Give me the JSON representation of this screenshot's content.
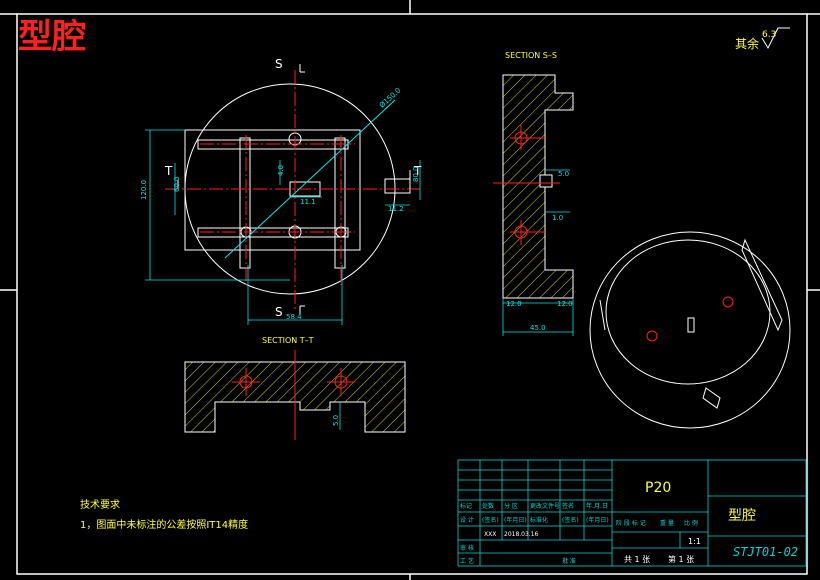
{
  "title": "型腔",
  "surface_note": {
    "label": "其余",
    "value": "6.3"
  },
  "colors": {
    "background": "#000000",
    "outline": "#ffffff",
    "center": "#ff2020",
    "dimension": "#00e5e5",
    "hatch": "#d4d400",
    "title": "#ff2020",
    "note": "#ffff33",
    "table": "#00d4d4"
  },
  "top_view": {
    "section_mark_s": "S",
    "section_mark_t": "T",
    "dims": {
      "diameter": "Ø150.0",
      "width_bottom": "58.4",
      "height_left": "120.0",
      "height_inner": "60.0",
      "dim_4": "4.0",
      "dim_11a": "11.1",
      "dim_11b": "11.2",
      "dim_80": "80.0"
    }
  },
  "section_ss": {
    "title": "SECTION S–S",
    "dims": {
      "d5": "5.0",
      "d1": "1.0",
      "left": "12.0",
      "right": "12.0",
      "total": "45.0"
    }
  },
  "section_tt": {
    "title": "SECTION T–T",
    "dims": {
      "d5": "5.0"
    }
  },
  "tech_notes": {
    "heading": "技术要求",
    "item": "1，图面中未标注的公差按照IT14精度"
  },
  "title_block": {
    "part_code": "P20",
    "part_name": "型腔",
    "drawing_no": "STJT01-02",
    "scale": "1:1",
    "sheets": "共 1 张",
    "sheet": "第 1 张",
    "designer": "XXX",
    "date": "2018.03.16",
    "header_row": [
      "标记",
      "处数",
      "分 区",
      "更改文件号",
      "签名",
      "年.月.日"
    ],
    "row_design": [
      "设 计",
      "(签名)",
      "(年月日)",
      "标准化",
      "(签名)",
      "(年月日)"
    ],
    "right_header": [
      "阶 段 标 记",
      "重 量",
      "比 例"
    ],
    "left_labels": [
      "审 核",
      "工 艺"
    ],
    "extra": [
      "批 准"
    ]
  }
}
